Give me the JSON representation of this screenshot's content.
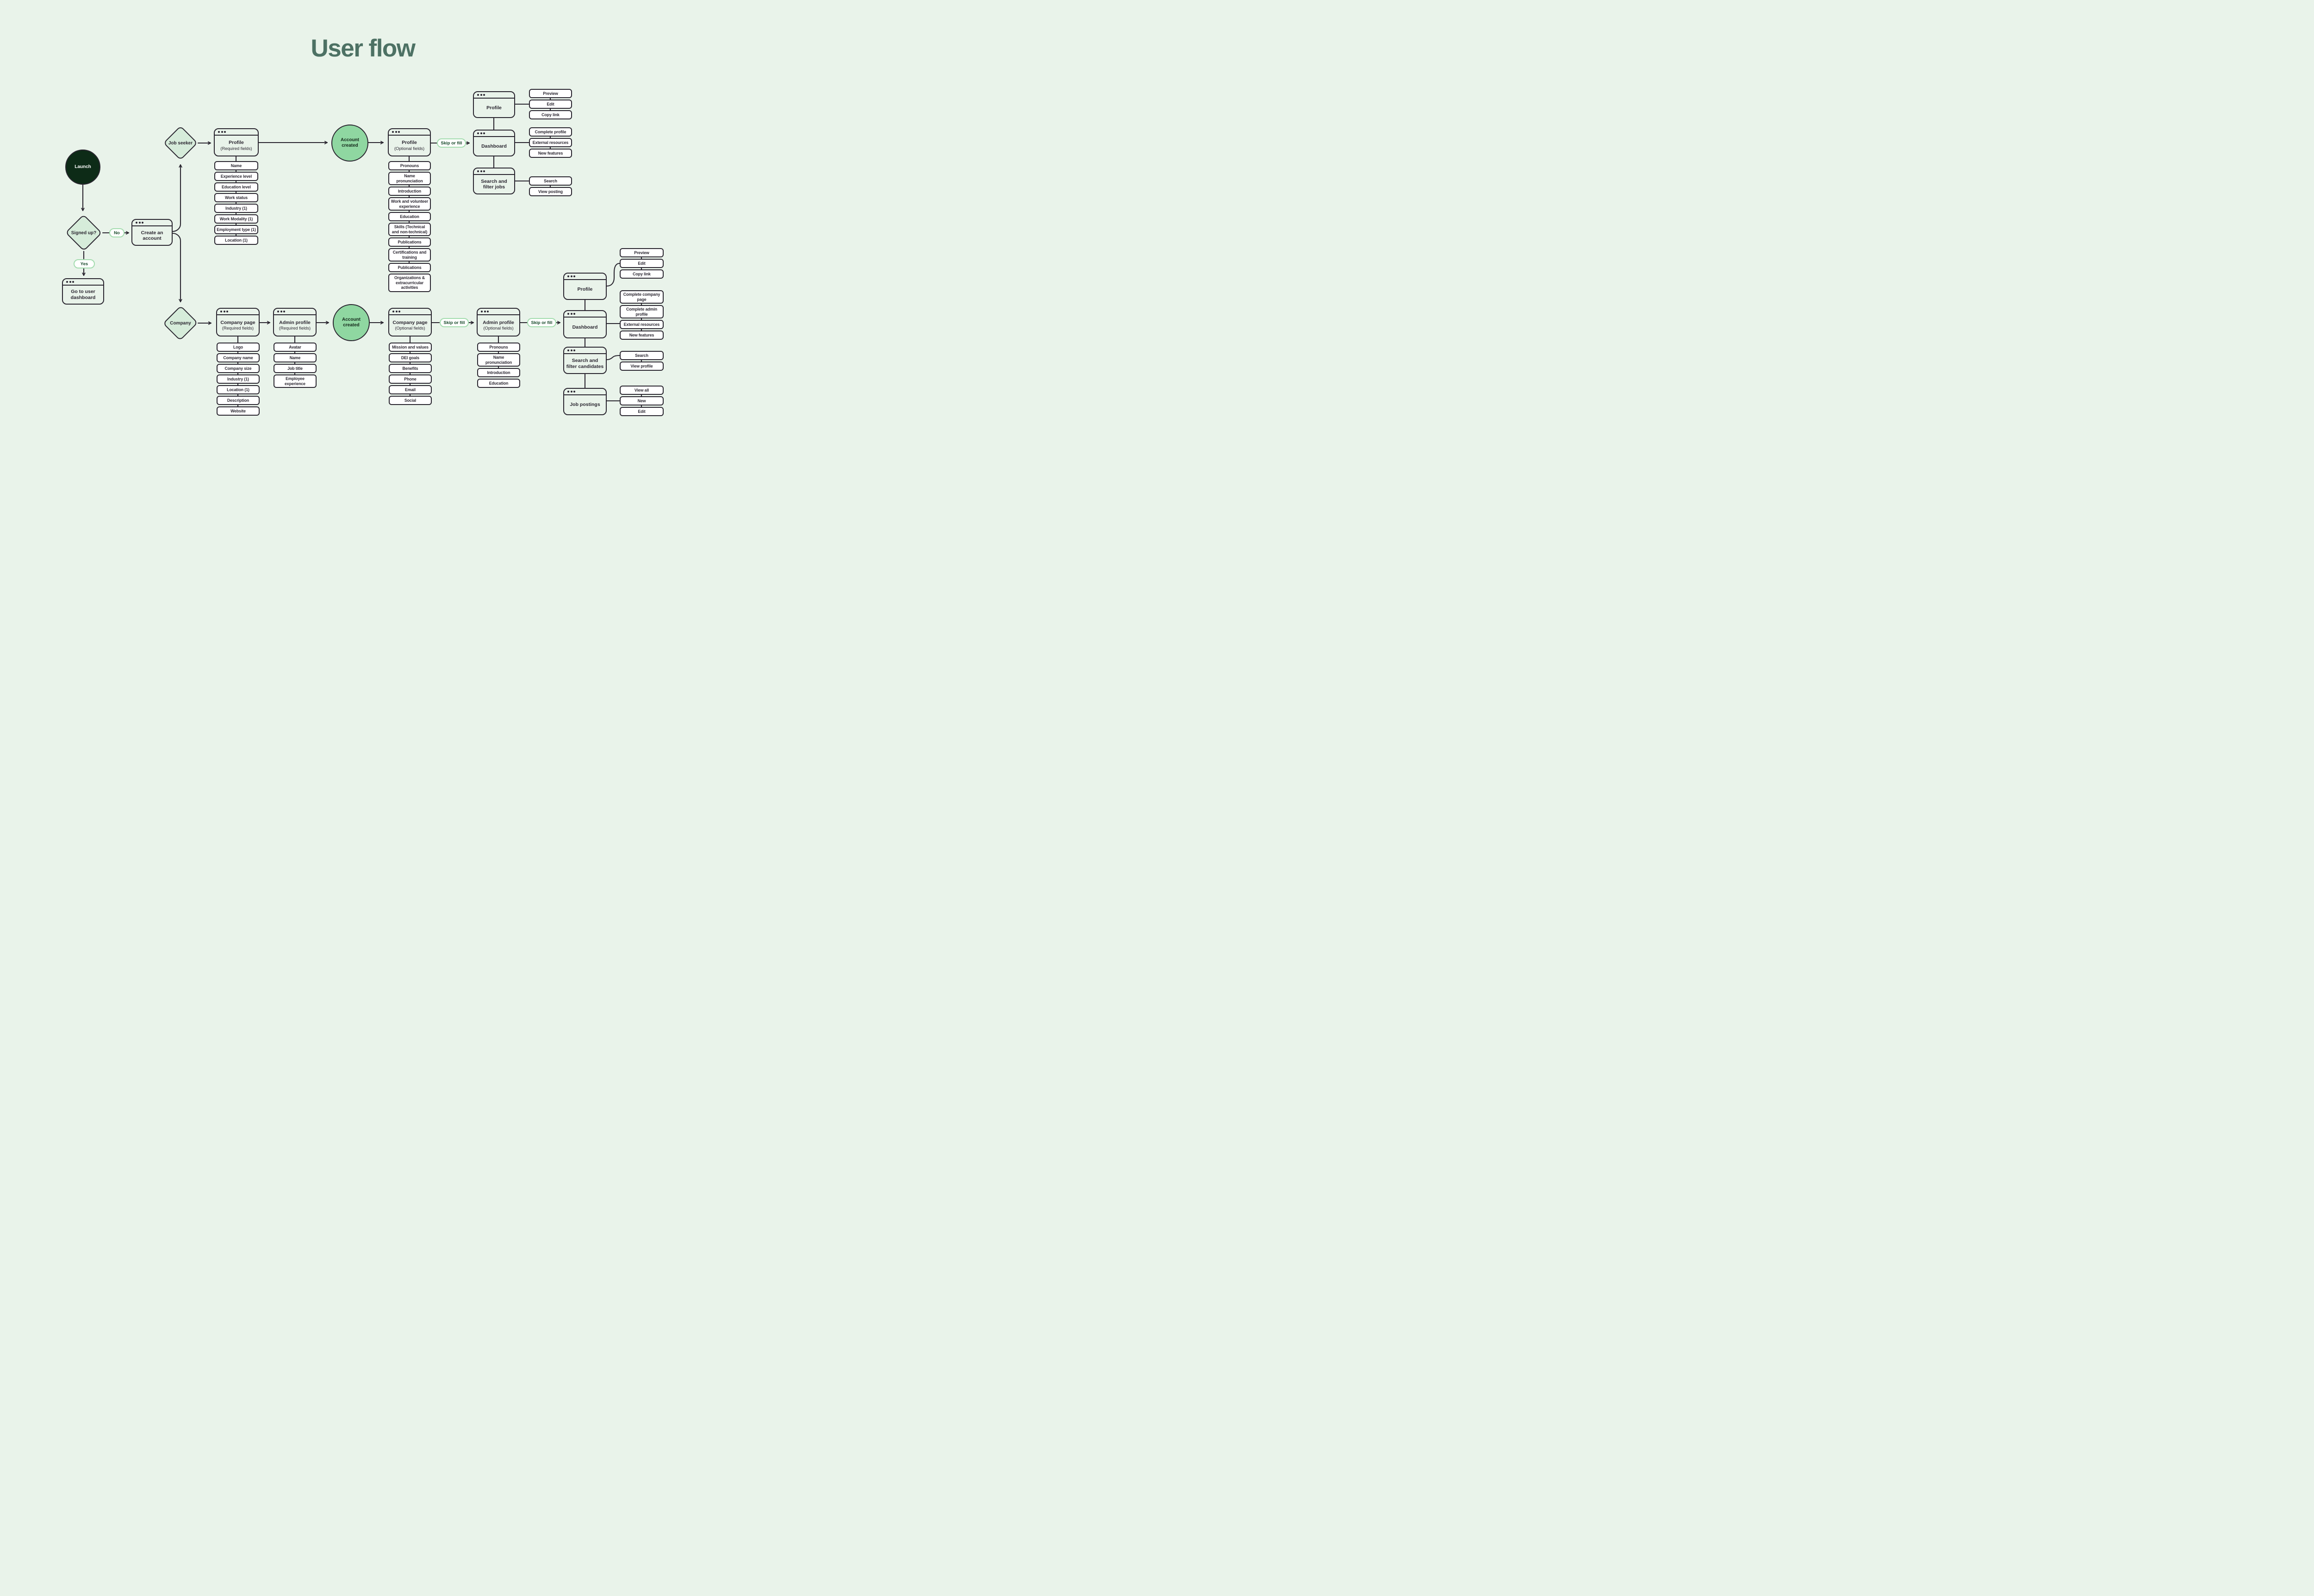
{
  "page_title": "User flow",
  "colors": {
    "background": "#e9f3ea",
    "ink": "#2a2630",
    "title_text": "#4d7164",
    "launch_fill": "#0d2b17",
    "decision_fill": "#d6ecda",
    "account_created_fill": "#8fd7a1",
    "pill_border": "#a3dcae",
    "pill_text": "#17492a",
    "box_fill": "#ffffff"
  },
  "start": {
    "launch": "Launch",
    "signed_up": "Signed up?",
    "no": "No",
    "yes": "Yes",
    "create_account": "Create an account",
    "go_user_dashboard": "Go to user dashboard"
  },
  "seeker": {
    "branch": "Job seeker",
    "profile_required": {
      "title": "Profile",
      "subtitle": "(Required fields)",
      "fields": [
        "Name",
        "Experience level",
        "Education level",
        "Work status",
        "Industry (1)",
        "Work Modality (1)",
        "Employment type (1)",
        "Location (1)"
      ]
    },
    "account_created": "Account created",
    "profile_optional": {
      "title": "Profile",
      "subtitle": "(Optional fields)",
      "fields": [
        "Pronouns",
        "Name pronunciation",
        "Introduction",
        "Work and volunteer experience",
        "Education",
        "Skills (Technical and non-technical)",
        "Publications",
        "Certifications and training",
        "Publications",
        "Organizations & extracurricular activities"
      ]
    },
    "skip_or_fill": "Skip or fill",
    "profile": {
      "title": "Profile",
      "actions": [
        "Preview",
        "Edit",
        "Copy link"
      ]
    },
    "dashboard": {
      "title": "Dashboard",
      "actions": [
        "Complete profile",
        "External resources",
        "New features"
      ]
    },
    "search_jobs": {
      "title": "Search and filter jobs",
      "actions": [
        "Search",
        "View posting"
      ]
    }
  },
  "company": {
    "branch": "Company",
    "page_required": {
      "title": "Company page",
      "subtitle": "(Required fields)",
      "fields": [
        "Logo",
        "Company name",
        "Company size",
        "Industry (1)",
        "Location (1)",
        "Description",
        "Website"
      ]
    },
    "admin_required": {
      "title": "Admin profile",
      "subtitle": "(Required fields)",
      "fields": [
        "Avatar",
        "Name",
        "Job title",
        "Employee experience"
      ]
    },
    "account_created": "Account created",
    "page_optional": {
      "title": "Company page",
      "subtitle": "(Optional fields)",
      "fields": [
        "Mission and values",
        "DEI goals",
        "Benefits",
        "Phone",
        "Email",
        "Social"
      ]
    },
    "skip_or_fill_a": "Skip or fill",
    "admin_optional": {
      "title": "Admin profile",
      "subtitle": "(Optional fields)",
      "fields": [
        "Pronouns",
        "Name pronunciation",
        "Introduction",
        "Education"
      ]
    },
    "skip_or_fill_b": "Skip or fill",
    "profile": {
      "title": "Profile",
      "actions": [
        "Preview",
        "Edit",
        "Copy link"
      ]
    },
    "dashboard": {
      "title": "Dashboard",
      "actions": [
        "Complete company page",
        "Complete admin profile",
        "External resources",
        "New features"
      ]
    },
    "search_candidates": {
      "title": "Search and filter candidates",
      "actions": [
        "Search",
        "View profile"
      ]
    },
    "job_postings": {
      "title": "Job postings",
      "actions": [
        "View all",
        "New",
        "Edit"
      ]
    }
  }
}
